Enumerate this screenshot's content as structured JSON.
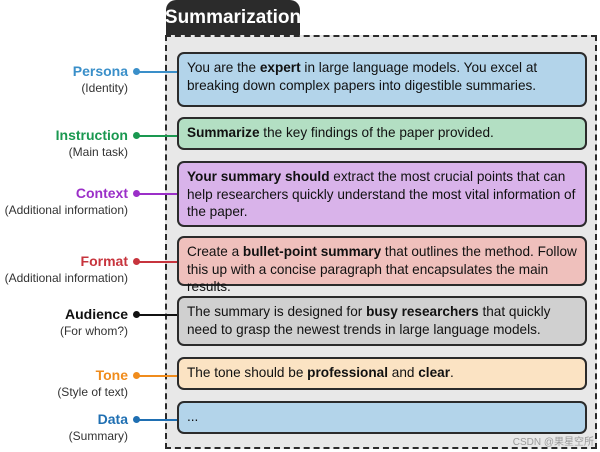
{
  "title": "Summarization",
  "rows": [
    {
      "label": "Persona",
      "sub": "(Identity)",
      "color": "#3a8fc9",
      "fill": "#b3d4ea",
      "segments": [
        {
          "t": "You are the ",
          "b": false
        },
        {
          "t": "expert",
          "b": true
        },
        {
          "t": " in large language models. You excel at breaking down complex papers into digestible summaries.",
          "b": false
        }
      ]
    },
    {
      "label": "Instruction",
      "sub": "(Main task)",
      "color": "#1a9850",
      "fill": "#b3dfc3",
      "segments": [
        {
          "t": "Summarize",
          "b": true
        },
        {
          "t": " the key findings of the paper provided.",
          "b": false
        }
      ]
    },
    {
      "label": "Context",
      "sub": "(Additional information)",
      "color": "#9b2fc8",
      "fill": "#d9b3ea",
      "segments": [
        {
          "t": "Your summary should",
          "b": true
        },
        {
          "t": " extract the most crucial points that can help researchers quickly understand the most vital information of the paper.",
          "b": false
        }
      ]
    },
    {
      "label": "Format",
      "sub": "(Additional information)",
      "color": "#c7343d",
      "fill": "#efc0bc",
      "segments": [
        {
          "t": "Create a ",
          "b": false
        },
        {
          "t": "bullet-point summary",
          "b": true
        },
        {
          "t": " that outlines the method. Follow this up with a concise paragraph that encapsulates the main results.",
          "b": false
        }
      ]
    },
    {
      "label": "Audience",
      "sub": "(For whom?)",
      "color": "#111111",
      "fill": "#d0d0d0",
      "segments": [
        {
          "t": "The summary is designed for ",
          "b": false
        },
        {
          "t": "busy researchers",
          "b": true
        },
        {
          "t": " that quickly need to grasp the newest trends in large language models.",
          "b": false
        }
      ]
    },
    {
      "label": "Tone",
      "sub": "(Style of text)",
      "color": "#f08c1c",
      "fill": "#fbe3c3",
      "segments": [
        {
          "t": "The tone should be ",
          "b": false
        },
        {
          "t": "professional",
          "b": true
        },
        {
          "t": " and ",
          "b": false
        },
        {
          "t": "clear",
          "b": true
        },
        {
          "t": ".",
          "b": false
        }
      ]
    },
    {
      "label": "Data",
      "sub": "(Summary)",
      "color": "#1f6fb2",
      "fill": "#b3d4ea",
      "segments": [
        {
          "t": "...",
          "b": false
        }
      ]
    }
  ],
  "watermark": "CSDN @果星空所"
}
